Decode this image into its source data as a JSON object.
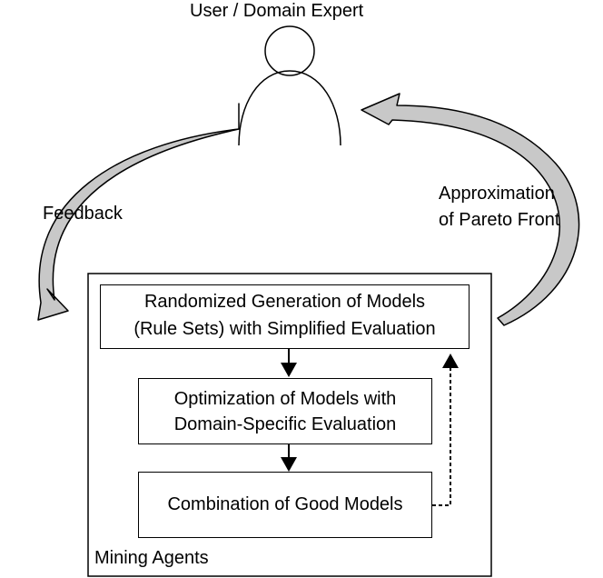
{
  "actor": {
    "label": "User / Domain Expert"
  },
  "edges": {
    "feedback": "Feedback",
    "approximation_line1": "Approximation",
    "approximation_line2": "of Pareto Front"
  },
  "container": {
    "label": "Mining Agents"
  },
  "steps": [
    {
      "line1": "Randomized Generation of Models",
      "line2": "(Rule Sets) with Simplified Evaluation"
    },
    {
      "line1": "Optimization of Models with",
      "line2": "Domain-Specific Evaluation"
    },
    {
      "line1": "Combination of Good Models"
    }
  ],
  "colors": {
    "arrow_fill": "#c8c8c8",
    "stroke": "#000000"
  }
}
